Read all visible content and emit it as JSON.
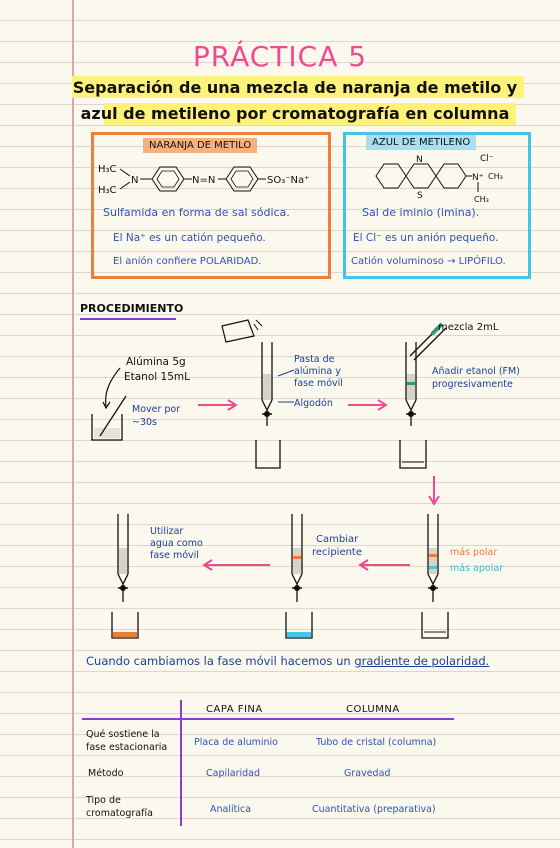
{
  "title": "PRÁCTICA 5",
  "subtitle": {
    "line1": "Separación de una mezcla de naranja de metilo y",
    "line2": "azul de metileno por cromatografía en columna"
  },
  "orange_box": {
    "label": "NARANJA DE METILO",
    "formula": {
      "h3c_top": "H₃C",
      "h3c_bot": "H₃C",
      "n": "N",
      "nen": "N=N",
      "so3na": "SO₃⁻Na⁺"
    },
    "notes": [
      "Sulfamida en forma de sal sódica.",
      "El Na⁺ es un catión pequeño.",
      "El anión confiere POLARIDAD."
    ]
  },
  "blue_box": {
    "label": "AZUL DE METILENO",
    "formula": {
      "cl": "Cl⁻",
      "n_top": "N",
      "s": "S",
      "n_plus": "N⁺",
      "ch3_a": "CH₃",
      "ch3_b": "CH₃"
    },
    "notes": [
      "Sal de iminio (imina).",
      "El Cl⁻ es un anión pequeño.",
      "Catión voluminoso → LIPÓFILO."
    ]
  },
  "procedure": {
    "heading": "PROCEDIMIENTO",
    "step1_label_a": "Alúmina 5g",
    "step1_label_b": "Etanol 15mL",
    "step1_note_a": "Mover por",
    "step1_note_b": "~30s",
    "step2_note": [
      "Pasta de",
      "alúmina y",
      "fase móvil"
    ],
    "step2_cotton": "Algodón",
    "step3_mix": "mezcla 2mL",
    "step3_note_a": "Añadir etanol (FM)",
    "step3_note_b": "progresivamente",
    "step4_polar": "más polar",
    "step4_apolar": "más apolar",
    "step5_note_a": "Cambiar",
    "step5_note_b": "recipiente",
    "step6_note": [
      "Utilizar",
      "agua como",
      "fase móvil"
    ],
    "conclusion_a": "Cuando cambiamos la fase móvil hacemos un",
    "conclusion_b": "gradiente de polaridad."
  },
  "table": {
    "col1": "CAPA FINA",
    "col2": "COLUMNA",
    "rows": [
      {
        "label_a": "Qué sostiene la",
        "label_b": "fase estacionaria",
        "c1": "Placa de aluminio",
        "c2": "Tubo de cristal (columna)"
      },
      {
        "label_a": "Método",
        "label_b": "",
        "c1": "Capilaridad",
        "c2": "Gravedad"
      },
      {
        "label_a": "Tipo de",
        "label_b": "cromatografía",
        "c1": "Analítica",
        "c2": "Cuantitativa (preparativa)"
      }
    ]
  },
  "colors": {
    "pink": "#ef4b8e",
    "orange": "#f07c3a",
    "cyan": "#45c4e3",
    "blue": "#2f52b5",
    "yellow": "#fff27a",
    "green": "#2a9a7a",
    "purple": "#8a3bd6"
  }
}
